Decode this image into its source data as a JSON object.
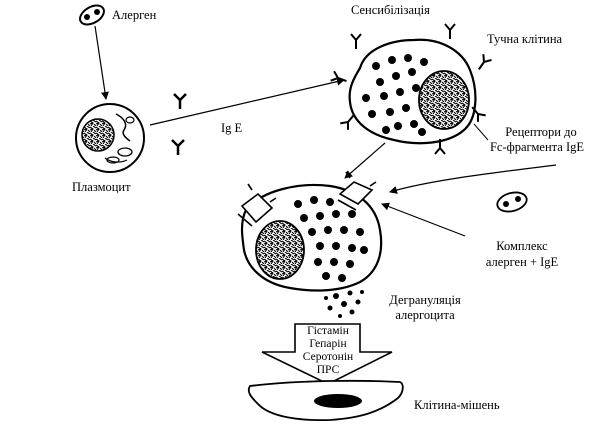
{
  "labels": {
    "allergen": "Алерген",
    "sensitization": "Сенсибілізація",
    "mast_cell": "Тучна клітина",
    "receptors_line1": "Рецептори до",
    "receptors_line2": "Fc-фрагмента IgE",
    "ige": "Ig E",
    "plasmocyte": "Плазмоцит",
    "complex_line1": "Комплекс",
    "complex_line2": "алерген + IgE",
    "degranulation_line1": "Дегрануляція",
    "degranulation_line2": "алергоцита",
    "target_cell": "Клітина-мішень"
  },
  "mediators": [
    "Гістамін",
    "Гепарін",
    "Серотонін",
    "ПРС"
  ],
  "colors": {
    "ink": "#000000",
    "background": "#ffffff"
  }
}
